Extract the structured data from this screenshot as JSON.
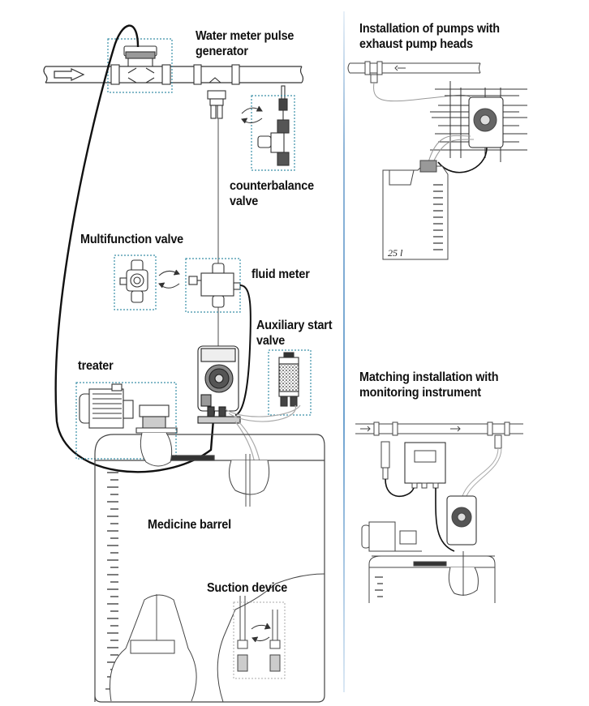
{
  "main_diagram": {
    "labels": {
      "water_meter": [
        "Water meter pulse",
        "generator"
      ],
      "counterbalance": [
        "counterbalance",
        "valve"
      ],
      "multifunction": "Multifunction valve",
      "fluid_meter": "fluid meter",
      "auxiliary": [
        "Auxiliary start",
        "valve"
      ],
      "treater": "treater",
      "medicine_barrel": "Medicine barrel",
      "suction_device": "Suction device"
    }
  },
  "side_panels": {
    "exhaust": {
      "title": [
        "Installation of pumps with",
        "exhaust pump heads"
      ],
      "canister_label": "25 l"
    },
    "monitoring": {
      "title": [
        "Matching installation with",
        "monitoring instrument"
      ]
    }
  },
  "colors": {
    "line": "#222222",
    "dotted_box": "#3a8fa8",
    "divider": "#6ea2d0"
  }
}
